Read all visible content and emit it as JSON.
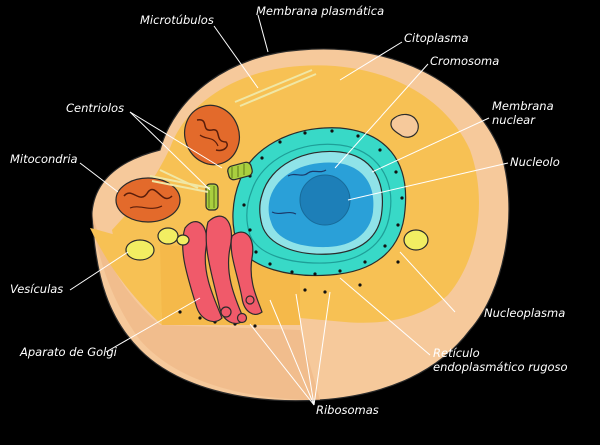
{
  "colors": {
    "background": "#000000",
    "membrane": "#f6c99b",
    "cytoplasm": "#f7c154",
    "nuclear_envelope": "#38d9c7",
    "nucleoplasm": "#2aa0d8",
    "nucleolus": "#1d7fb8",
    "golgi": "#f05a6a",
    "mitochondria": "#e36a2b",
    "vesicles": "#f2ee62",
    "centrioles": "#a9cf3f",
    "label_text": "#ffffff"
  },
  "labels": {
    "microtubulos": "Microtúbulos",
    "membrana_plasmatica": "Membrana plasmática",
    "citoplasma": "Citoplasma",
    "cromosoma": "Cromosoma",
    "centriolos": "Centriolos",
    "membrana_nuclear_1": "Membrana",
    "membrana_nuclear_2": "nuclear",
    "nucleolo": "Nucleolo",
    "mitocondria": "Mitocondria",
    "vesiculas": "Vesículas",
    "nucleoplasma": "Nucleoplasma",
    "aparato_golgi": "Aparato de Golgi",
    "reticulo_1": "Retículo",
    "reticulo_2": "endoplasmático rugoso",
    "ribosomas": "Ribosomas"
  }
}
